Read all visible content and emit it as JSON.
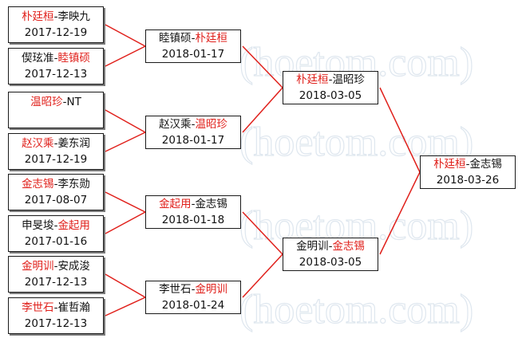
{
  "watermark": "(hoetom.com)",
  "matches": {
    "r1": [
      {
        "winner": "朴廷桓",
        "loser": "李映九",
        "winner_first": true,
        "date": "2017-12-19"
      },
      {
        "winner": "睦镇硕",
        "loser": "偰玹准",
        "winner_first": false,
        "date": "2017-12-13"
      },
      {
        "winner": "温昭珍",
        "loser": "NT",
        "winner_first": true,
        "date": ""
      },
      {
        "winner": "赵汉乘",
        "loser": "姜东润",
        "winner_first": true,
        "date": "2017-12-19"
      },
      {
        "winner": "金志锡",
        "loser": "李东勋",
        "winner_first": true,
        "date": "2017-08-07"
      },
      {
        "winner": "金起用",
        "loser": "申旻埈",
        "winner_first": false,
        "date": "2017-01-16"
      },
      {
        "winner": "金明训",
        "loser": "安成浚",
        "winner_first": true,
        "date": "2017-12-13"
      },
      {
        "winner": "李世石",
        "loser": "崔哲瀚",
        "winner_first": true,
        "date": "2017-12-13"
      }
    ],
    "r2": [
      {
        "winner": "朴廷桓",
        "loser": "睦镇硕",
        "winner_first": false,
        "date": "2018-01-17"
      },
      {
        "winner": "温昭珍",
        "loser": "赵汉乘",
        "winner_first": false,
        "date": "2018-01-17"
      },
      {
        "winner": "金起用",
        "loser": "金志锡",
        "winner_first": true,
        "date": "2018-01-18"
      },
      {
        "winner": "金明训",
        "loser": "李世石",
        "winner_first": false,
        "date": "2018-01-24"
      }
    ],
    "r3": [
      {
        "winner": "朴廷桓",
        "loser": "温昭珍",
        "winner_first": true,
        "date": "2018-03-05"
      },
      {
        "winner": "金志锡",
        "loser": "金明训",
        "winner_first": false,
        "date": "2018-03-05"
      }
    ],
    "r4": [
      {
        "winner": "朴廷桓",
        "loser": "金志锡",
        "winner_first": true,
        "date": "2018-03-26"
      }
    ]
  },
  "colors": {
    "winner_text": "#e0201b",
    "connector": "#e0201b",
    "border": "#1a1a1a",
    "shadow": "#7a7a7a"
  },
  "displayed_names": [
    "朴廷桓-李映九",
    "偰玹准-睦镇硕",
    "温昭珍-NT",
    "赵汉乘-姜东润",
    "金志锡-李东勋",
    "申旻埈-金起用",
    "金明训-安成浚",
    "李世石-崔哲瀚",
    "睦镇硕-朴廷桓",
    "赵汉乘-温昭珍",
    "金起用-金志锡",
    "李世石-金明训",
    "朴廷桓-温昭珍",
    "金明训-金志锡",
    "朴廷桓-金志锡"
  ]
}
